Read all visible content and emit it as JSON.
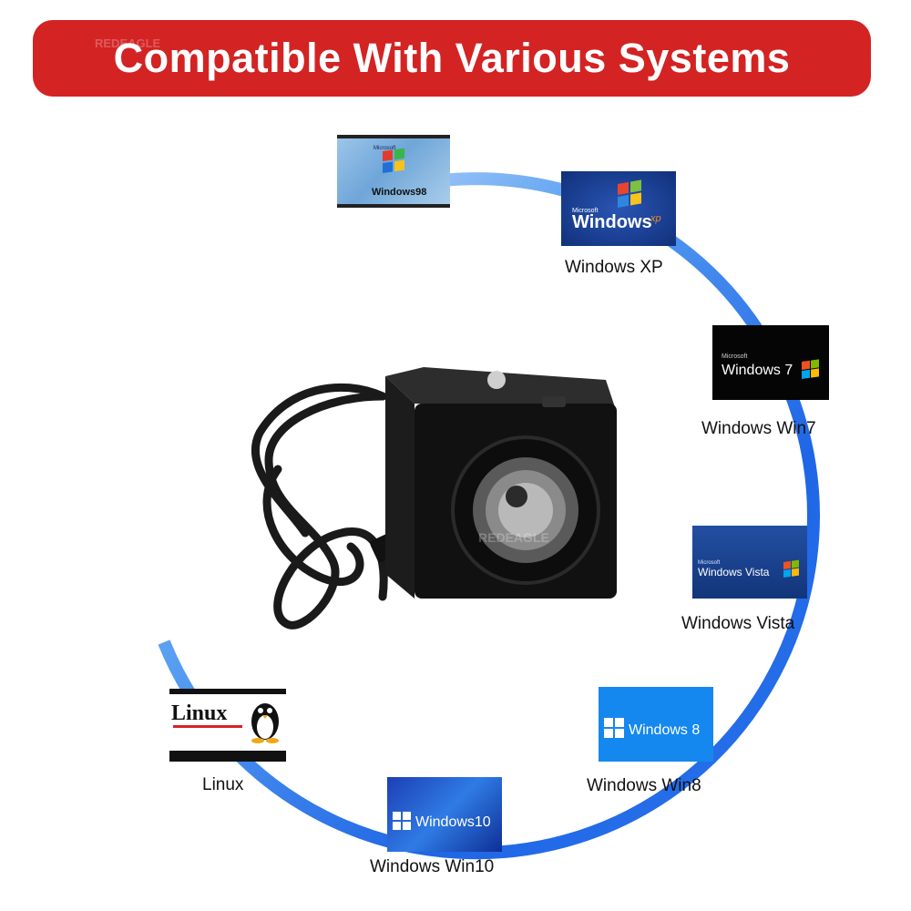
{
  "banner": {
    "title": "Compatible With Various Systems",
    "watermark": "REDEAGLE",
    "color": "#d32323"
  },
  "ring": {
    "color_light": "#cfe2fb",
    "color_dark": "#1f66e6"
  },
  "systems": [
    {
      "id": "win98",
      "label": "",
      "logo_small": "Microsoft",
      "logo_text": "Windows98"
    },
    {
      "id": "xp",
      "label": "Windows XP",
      "logo_small": "Microsoft",
      "logo_text": "Windows",
      "logo_suffix": "xp"
    },
    {
      "id": "w7",
      "label": "Windows Win7",
      "logo_small": "Microsoft",
      "logo_text": "Windows 7"
    },
    {
      "id": "vista",
      "label": "Windows Vista",
      "logo_small": "Microsoft",
      "logo_text": "Windows Vista"
    },
    {
      "id": "w8",
      "label": "Windows Win8",
      "logo_text": "Windows 8"
    },
    {
      "id": "w10",
      "label": "Windows Win10",
      "logo_text": "Windows10"
    },
    {
      "id": "linux",
      "label": "Linux",
      "logo_text": "Linux"
    }
  ],
  "camera": {
    "icon": "usb-camera-product-photo",
    "watermark": "REDEAGLE"
  }
}
